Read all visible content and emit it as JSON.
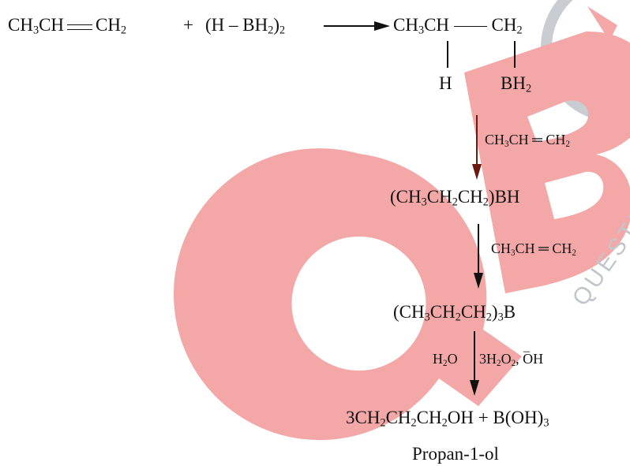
{
  "reaction": {
    "step1": {
      "reactant1": "CH3CH=CH2",
      "plus": "+",
      "reactant2": "(H – BH2)2",
      "product_chain": "CH3CH — CH2",
      "product_h": "H",
      "product_bh2": "BH2"
    },
    "step2": {
      "reagent": "CH3CH = CH2",
      "product": "(CH3CH2CH2)BH"
    },
    "step3": {
      "reagent": "CH3CH = CH2",
      "product": "(CH3CH2CH2)3B"
    },
    "step4": {
      "reagent_left": "H2O",
      "reagent_right": "3H2O2, OH⁻",
      "product": "3CH2CH2CH2OH + B(OH)3",
      "product_name": "Propan-1-ol"
    }
  },
  "colors": {
    "text": "#111111",
    "arrow": "#111111",
    "arrow_red": "#6b1a12",
    "watermark_pink": "#f4a7a7",
    "watermark_gray": "#b9bec4"
  }
}
